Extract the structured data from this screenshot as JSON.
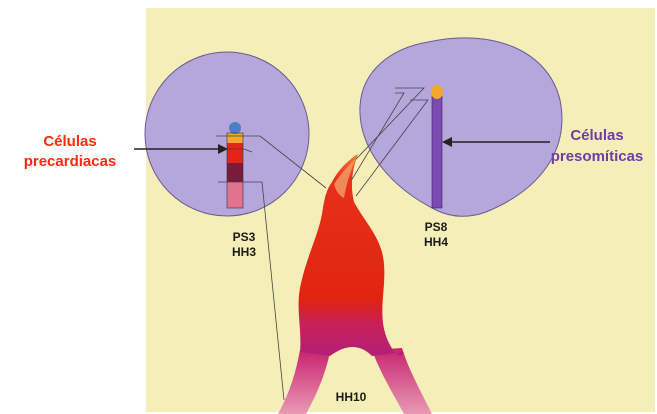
{
  "labels": {
    "left_callout_line1": "Células",
    "left_callout_line2": "precardiacas",
    "right_callout_line1": "Células",
    "right_callout_line2": "presomíticas",
    "left_stage_line1": "PS3",
    "left_stage_line2": "HH3",
    "right_stage_line1": "PS8",
    "right_stage_line2": "HH4",
    "heart_stage": "HH10"
  },
  "colors": {
    "background_panel": "#f6eeb8",
    "embryo_disc": "#b5a6dc",
    "left_callout_text": "#ff2a12",
    "right_callout_text": "#6f3ca8",
    "heart_red": "#e62410",
    "heart_magenta": "#c2277f",
    "streak_pink": "#e0748e",
    "streak_purple": "#7a4bb0",
    "orange_node": "#f1a82c",
    "blue_node": "#4a7fc4"
  }
}
